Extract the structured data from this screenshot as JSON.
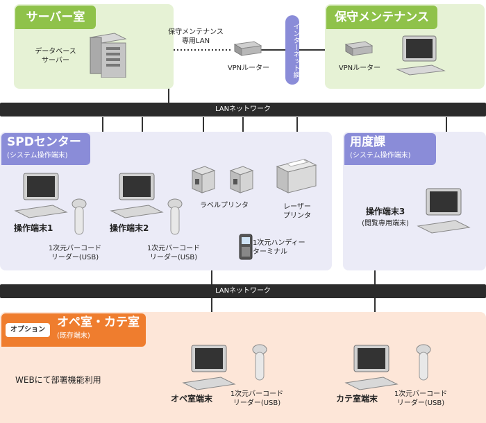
{
  "server_room": {
    "title": "サーバー室",
    "db_label": "データベース\nサーバー",
    "vpn_label": "VPNルーター",
    "link_label": "保守メンテナンス\n専用LAN"
  },
  "maintenance": {
    "title": "保守メンテナンス",
    "vpn_label": "VPNルーター"
  },
  "internet": {
    "label": "インターネット網"
  },
  "lan_top": {
    "label": "LANネットワーク"
  },
  "lan_bottom": {
    "label": "LANネットワーク"
  },
  "spd": {
    "title": "SPDセンター",
    "subtitle": "(システム操作端末)",
    "terminal1": "操作端末1",
    "terminal2": "操作端末2",
    "reader1": "1次元バーコード\nリーダー(USB)",
    "reader2": "1次元バーコード\nリーダー(USB)",
    "label_printer": "ラベルプリンタ",
    "laser_printer": "レーザー\nプリンタ",
    "handy": "1次元ハンディー\nターミナル"
  },
  "yodoka": {
    "title": "用度課",
    "subtitle": "(システム操作端末)",
    "terminal3": "操作端末3",
    "terminal3_note": "(閲覧専用端末)"
  },
  "option": {
    "badge": "オプション",
    "title": "オペ室・カテ室",
    "subtitle": "(既存端末)",
    "web_text": "WEBにて部署機能利用",
    "ope_terminal": "オペ室端末",
    "ope_reader": "1次元バーコード\nリーダー(USB)",
    "cath_terminal": "カテ室端末",
    "cath_reader": "1次元バーコード\nリーダー(USB)"
  },
  "colors": {
    "server_panel": "#e6f2d5",
    "server_tab": "#8fc24a",
    "spd_panel": "#ebebf7",
    "spd_tab": "#8a8cd8",
    "option_panel": "#fde6d8",
    "option_tab": "#ef7d2e",
    "bus": "#2b2b2b"
  }
}
